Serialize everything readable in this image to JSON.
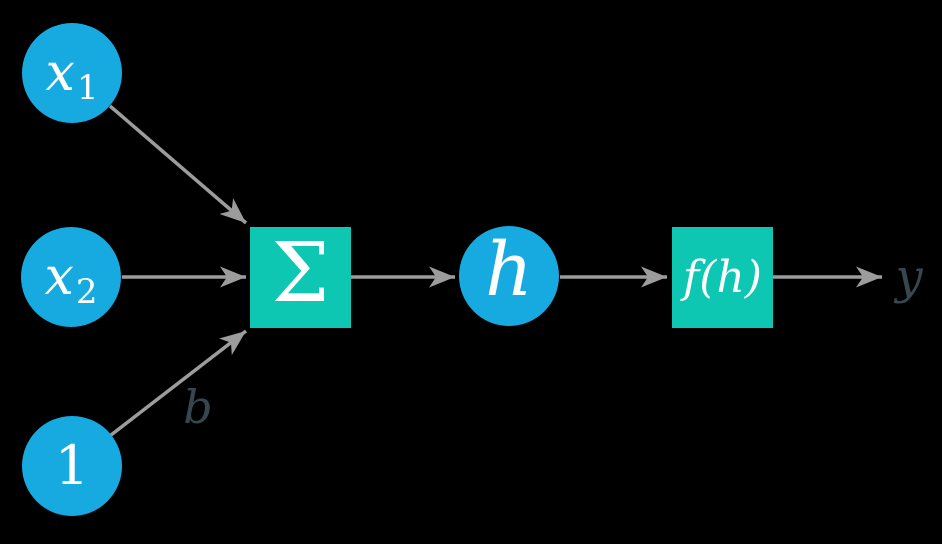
{
  "diagram": {
    "description": "Single neuron (perceptron) diagram: weighted inputs summed, passed through activation",
    "colors": {
      "background": "#000000",
      "node_blue": "#17aae0",
      "box_teal": "#0dc7b2",
      "arrow_gray": "#9c9c9c",
      "label_dark": "#37474f",
      "node_text": "#ffffff"
    },
    "nodes": {
      "x1": {
        "base": "x",
        "sub": "1"
      },
      "x2": {
        "base": "x",
        "sub": "2"
      },
      "bias": {
        "label": "1"
      },
      "sum": {
        "label": "Σ"
      },
      "h": {
        "label": "h"
      },
      "activation": {
        "label": "f(h)"
      }
    },
    "labels": {
      "bias_weight": "b",
      "output": "y"
    },
    "edges": [
      {
        "from": "x1",
        "to": "sum"
      },
      {
        "from": "x2",
        "to": "sum"
      },
      {
        "from": "bias",
        "to": "sum"
      },
      {
        "from": "sum",
        "to": "h"
      },
      {
        "from": "h",
        "to": "activation"
      },
      {
        "from": "activation",
        "to": "output"
      }
    ]
  }
}
